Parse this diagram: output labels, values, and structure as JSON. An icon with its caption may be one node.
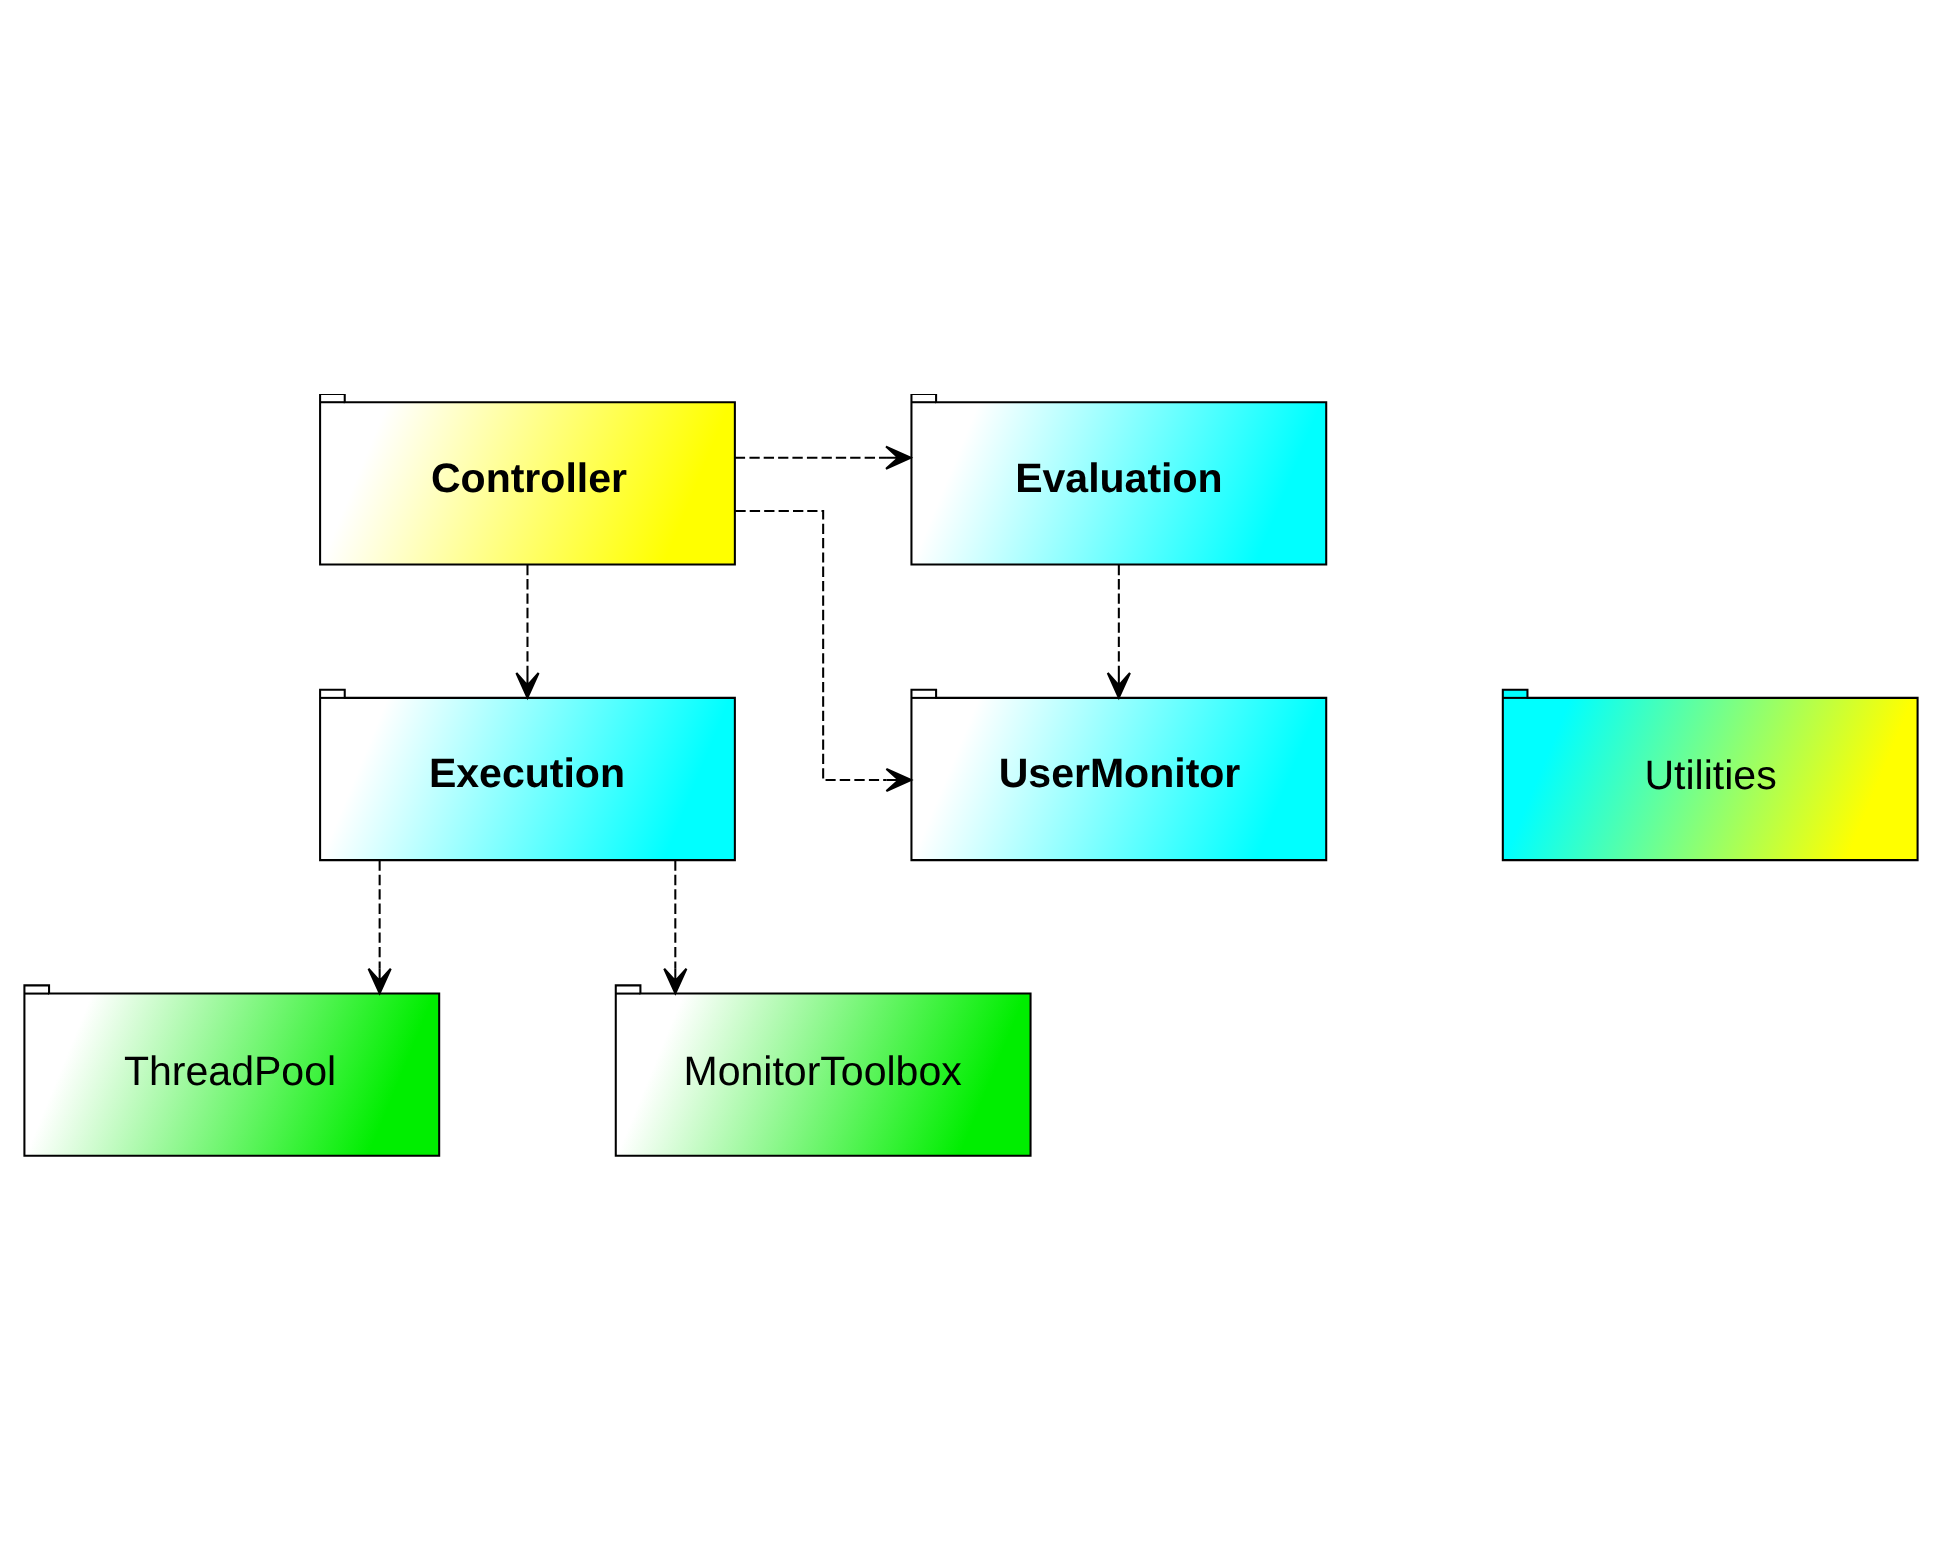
{
  "diagram": {
    "nodes": [
      {
        "text": [
          "UserMonitor"
        ]
      },
      {
        "text": [
          "Controller"
        ]
      },
      {
        "text": [
          "Evaluation"
        ]
      },
      {
        "text": [
          "Execution"
        ]
      },
      {
        "text": [
          "Utilities"
        ]
      },
      {
        "text": [
          "ThreadPool"
        ]
      },
      {
        "text": [
          "MonitorToolbox"
        ]
      }
    ],
    "edges": [
      {
        "from": 1,
        "to": 0,
        "arrow": "to",
        "style": "dashed"
      },
      {
        "from": 2,
        "to": 0,
        "arrow": "to",
        "style": "dashed"
      },
      {
        "from": 1,
        "to": 2,
        "arrow": "to",
        "style": "dashed"
      },
      {
        "from": 1,
        "to": 3,
        "arrow": "to",
        "style": "dashed"
      },
      {
        "from": 3,
        "to": 5,
        "arrow": "to",
        "style": "dashed"
      },
      {
        "from": 3,
        "to": 6,
        "arrow": "to",
        "style": "dashed"
      }
    ]
  }
}
